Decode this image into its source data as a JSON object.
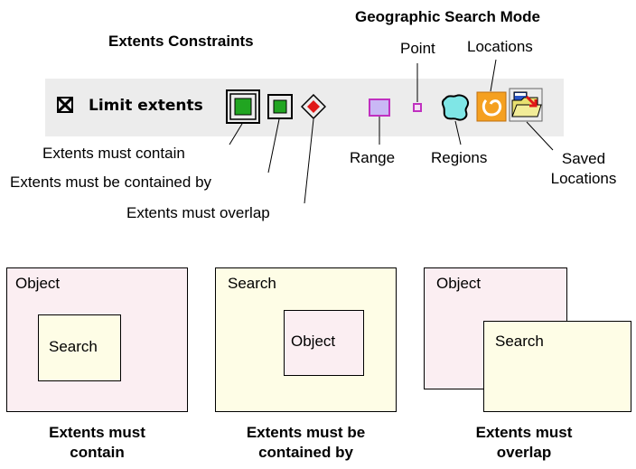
{
  "headings": {
    "extents_constraints": "Extents Constraints",
    "geographic_search_mode": "Geographic Search Mode"
  },
  "toolbar": {
    "limit_extents_label": "Limit extents",
    "limit_extents_checked": true
  },
  "callouts": {
    "must_contain": "Extents must contain",
    "must_be_contained_by": "Extents must be contained by",
    "must_overlap": "Extents must overlap",
    "point": "Point",
    "locations": "Locations",
    "range": "Range",
    "regions": "Regions",
    "saved_line1": "Saved",
    "saved_line2": "Locations"
  },
  "examples": [
    {
      "outer_label": "Object",
      "inner_label": "Search",
      "caption_line1": "Extents must",
      "caption_line2": "contain"
    },
    {
      "outer_label": "Search",
      "inner_label": "Object",
      "caption_line1": "Extents must be",
      "caption_line2": "contained by"
    },
    {
      "outer_label": "Object",
      "inner_label": "Search",
      "caption_line1": "Extents must",
      "caption_line2": "overlap"
    }
  ],
  "colors": {
    "toolbar_bg": "#ececec",
    "object_fill": "#fbeef2",
    "search_fill": "#fefde6",
    "constraint_green": "#21a521",
    "overlap_red": "#e01818",
    "range_fill": "#c9b8f5",
    "point_color": "#c030c0",
    "regions_fill": "#7fe6e6",
    "locations_orange": "#f5a020"
  }
}
